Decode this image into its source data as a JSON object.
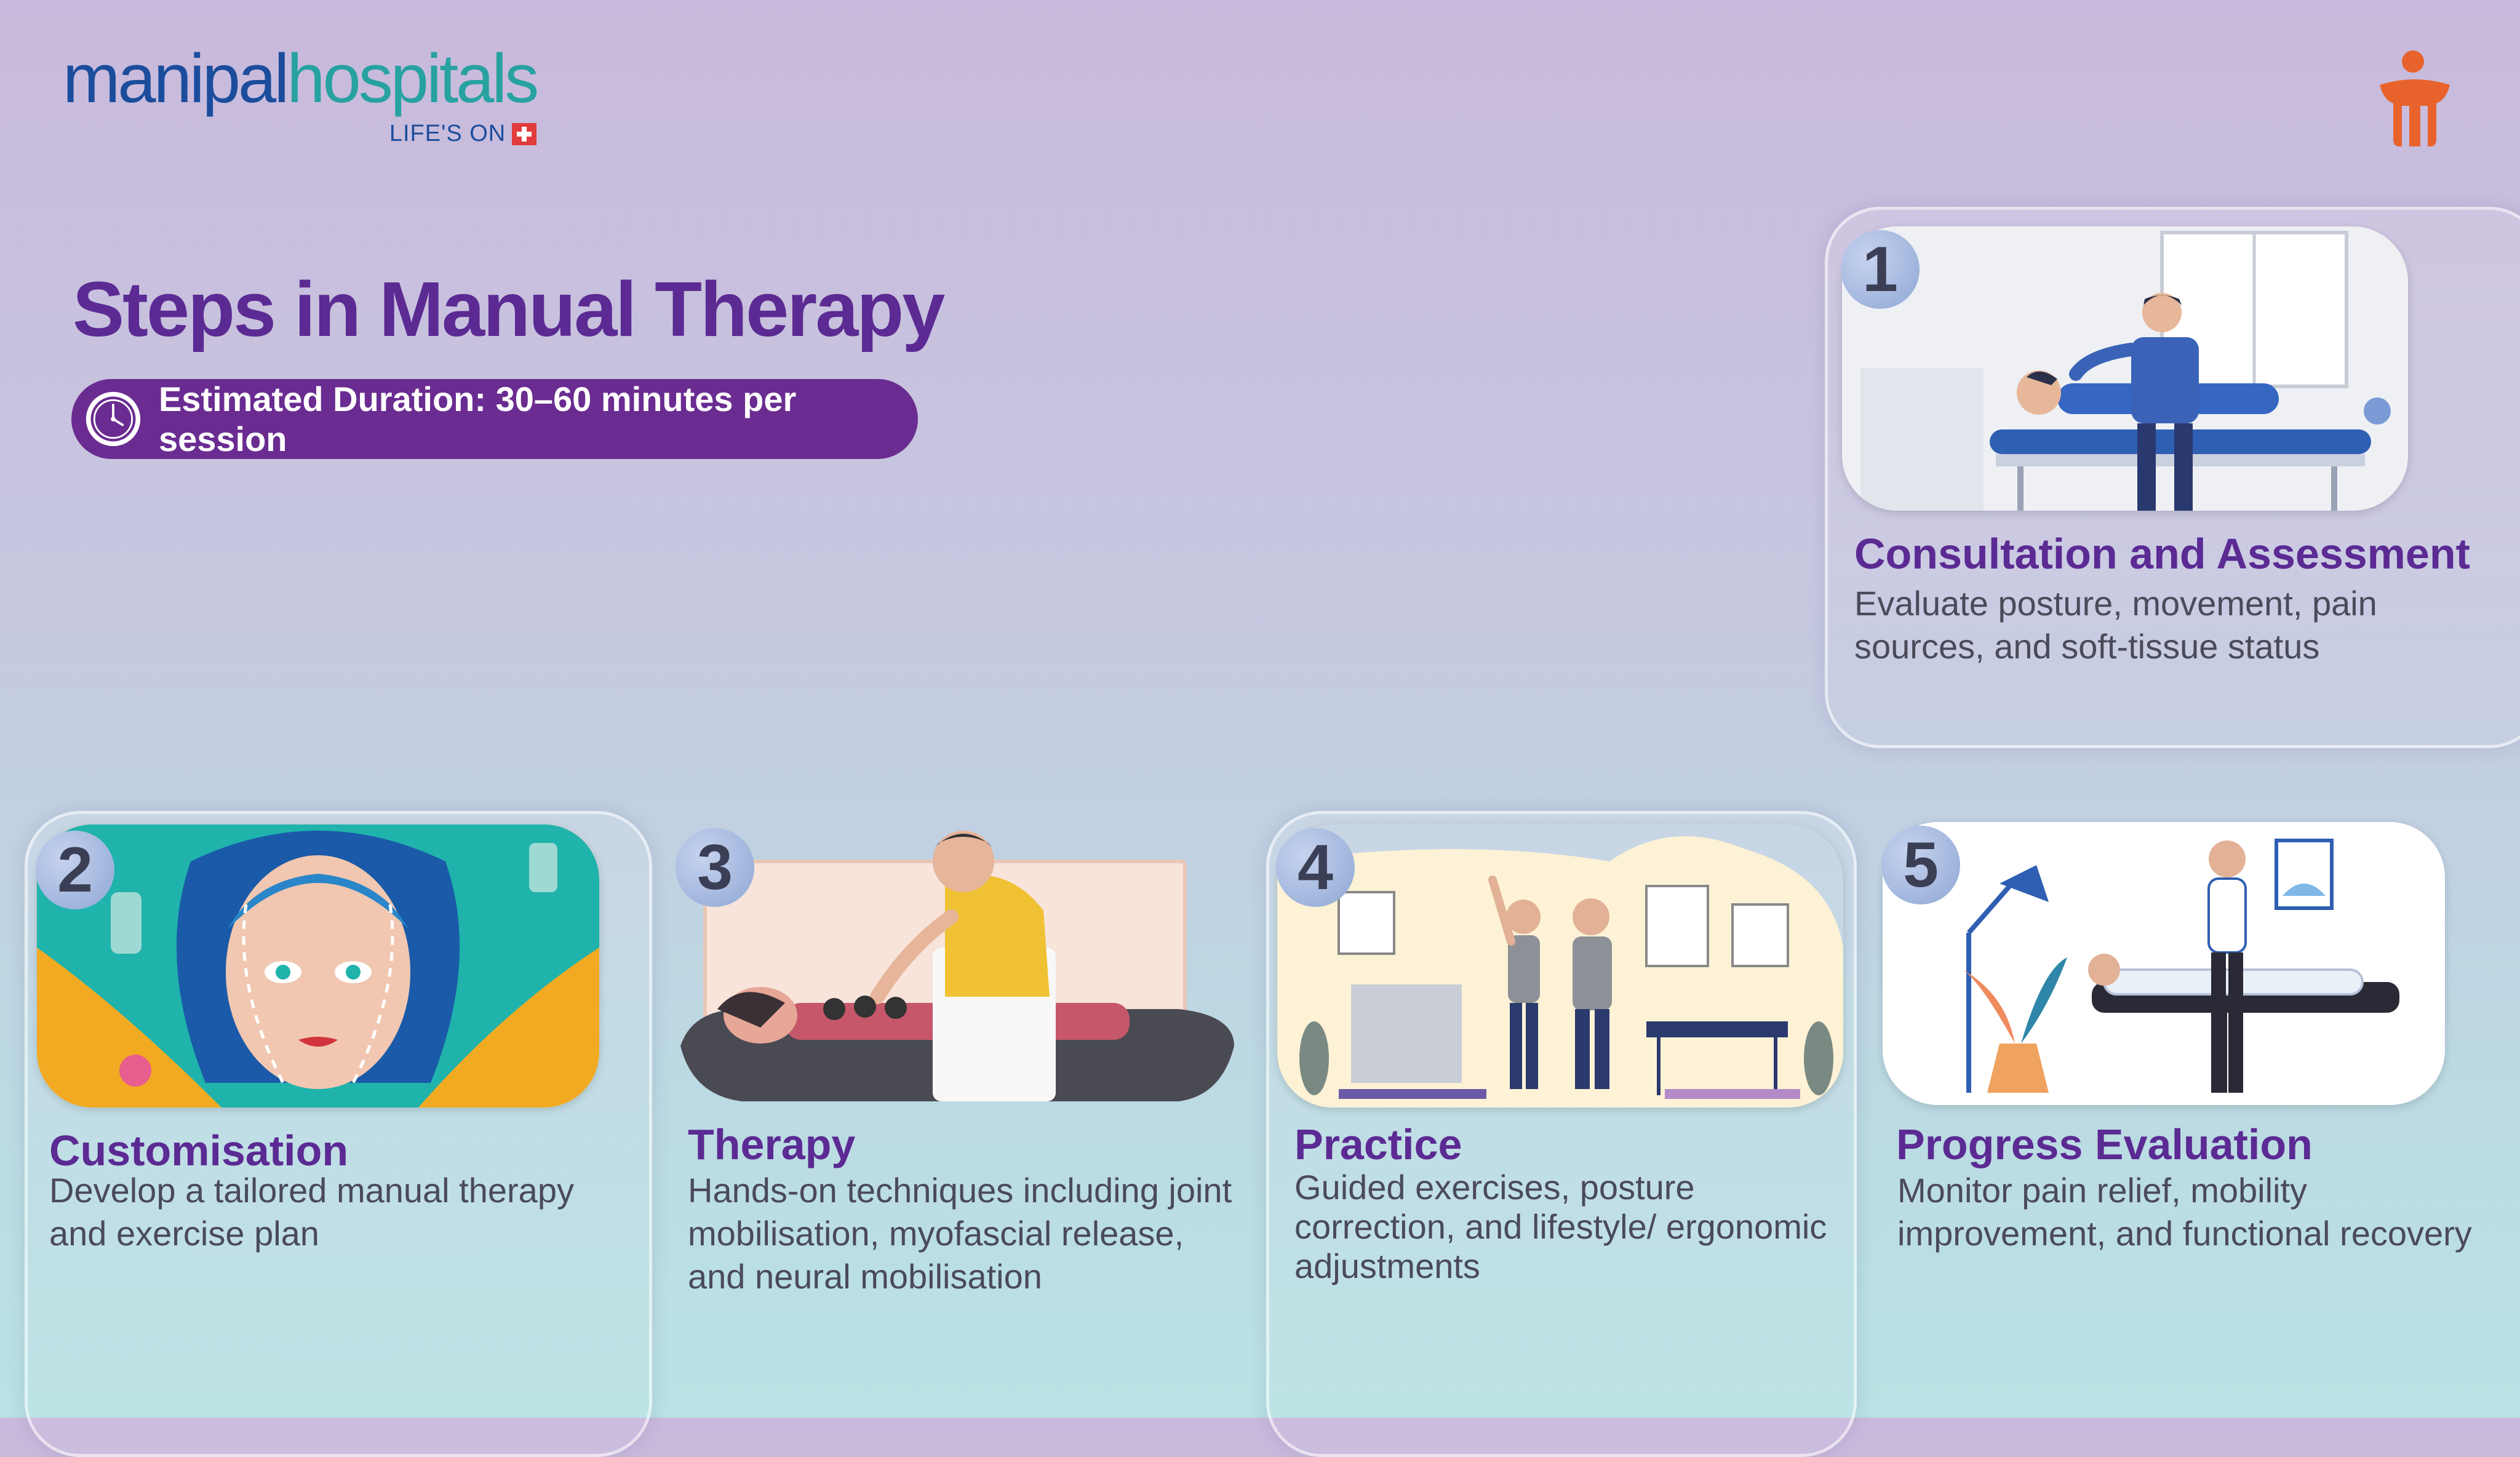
{
  "brand": {
    "logo_part1": "manipal",
    "logo_part2": "hospitals",
    "tagline": "LIFE'S ON",
    "colors": {
      "blue": "#1b4d9c",
      "teal": "#27a2a0",
      "orange": "#e8632b",
      "red": "#e03c3c"
    }
  },
  "page": {
    "title": "Steps in Manual Therapy",
    "duration": "Estimated Duration: 30–60 minutes per session",
    "accent_color": "#5b2a93"
  },
  "steps": [
    {
      "number": "1",
      "title": "Consultation and Assessment",
      "description": "Evaluate posture, movement, pain sources, and soft-tissue status"
    },
    {
      "number": "2",
      "title": "Customisation",
      "description": "Develop a tailored manual therapy and exercise plan"
    },
    {
      "number": "3",
      "title": "Therapy",
      "description": "Hands-on techniques including joint mobilisation, myofascial release, and neural mobilisation"
    },
    {
      "number": "4",
      "title": "Practice",
      "description": "Guided exercises, posture correction, and lifestyle/ ergonomic adjustments"
    },
    {
      "number": "5",
      "title": "Progress Evaluation",
      "description": "Monitor pain relief, mobility improvement, and functional recovery"
    }
  ]
}
